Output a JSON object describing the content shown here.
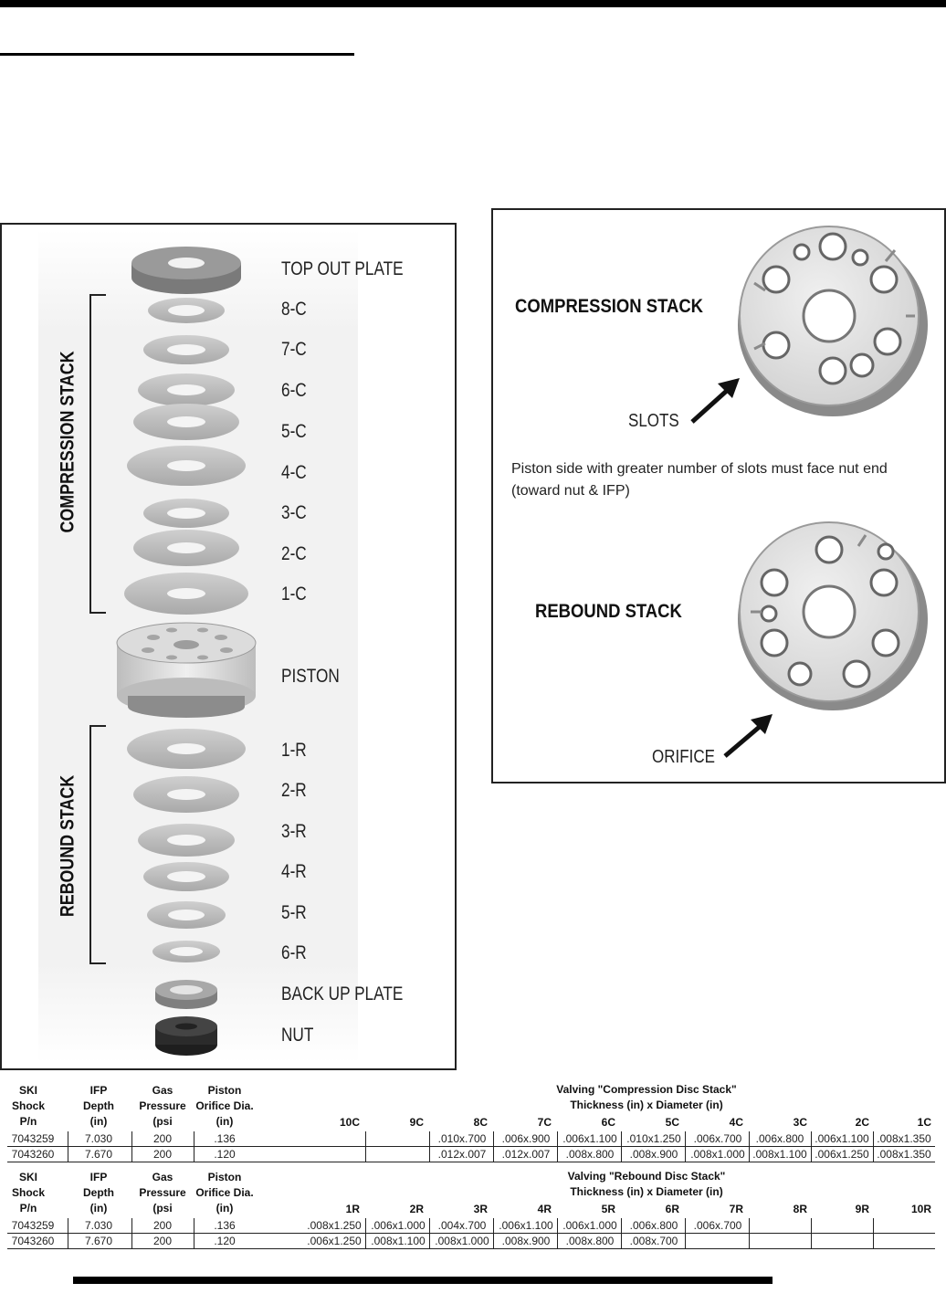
{
  "stack_diagram": {
    "parts": [
      {
        "id": "top-out-plate",
        "label": "TOP OUT PLATE"
      },
      {
        "id": "8c",
        "label": "8-C"
      },
      {
        "id": "7c",
        "label": "7-C"
      },
      {
        "id": "6c",
        "label": "6-C"
      },
      {
        "id": "5c",
        "label": "5-C"
      },
      {
        "id": "4c",
        "label": "4-C"
      },
      {
        "id": "3c",
        "label": "3-C"
      },
      {
        "id": "2c",
        "label": "2-C"
      },
      {
        "id": "1c",
        "label": "1-C"
      },
      {
        "id": "piston",
        "label": "PISTON"
      },
      {
        "id": "1r",
        "label": "1-R"
      },
      {
        "id": "2r",
        "label": "2-R"
      },
      {
        "id": "3r",
        "label": "3-R"
      },
      {
        "id": "4r",
        "label": "4-R"
      },
      {
        "id": "5r",
        "label": "5-R"
      },
      {
        "id": "6r",
        "label": "6-R"
      },
      {
        "id": "back-up-plate",
        "label": "BACK UP PLATE"
      },
      {
        "id": "nut",
        "label": "NUT"
      }
    ],
    "compression_label": "COMPRESSION STACK",
    "rebound_label": "REBOUND STACK"
  },
  "piston_detail": {
    "compression_heading": "COMPRESSION STACK",
    "slots_label": "SLOTS",
    "note": "Piston side with greater number of slots must face nut end (toward nut & IFP)",
    "rebound_heading": "REBOUND STACK",
    "orifice_label": "ORIFICE"
  },
  "compression_table": {
    "headers": {
      "ski": [
        "SKI",
        "Shock",
        "P/n"
      ],
      "ifp": [
        "IFP",
        "Depth",
        "(in)"
      ],
      "gas": [
        "Gas",
        "Pressure",
        "(psi"
      ],
      "orifice": [
        "Piston",
        "Orifice Dia.",
        "(in)"
      ]
    },
    "title": "Valving \"Compression Disc Stack\"",
    "subtitle": "Thickness (in) x Diameter (in)",
    "disc_columns": [
      "10C",
      "9C",
      "8C",
      "7C",
      "6C",
      "5C",
      "4C",
      "3C",
      "2C",
      "1C"
    ],
    "rows": [
      {
        "pn": "7043259",
        "ifp": "7.030",
        "gas": "200",
        "orifice": ".136",
        "discs": [
          "",
          "",
          ".010x.700",
          ".006x.900",
          ".006x1.100",
          ".010x1.250",
          ".006x.700",
          ".006x.800",
          ".006x1.100",
          ".008x1.350"
        ]
      },
      {
        "pn": "7043260",
        "ifp": "7.670",
        "gas": "200",
        "orifice": ".120",
        "discs": [
          "",
          "",
          ".012x.007",
          ".012x.007",
          ".008x.800",
          ".008x.900",
          ".008x1.000",
          ".008x1.100",
          ".006x1.250",
          ".008x1.350"
        ]
      }
    ]
  },
  "rebound_table": {
    "headers": {
      "ski": [
        "SKI",
        "Shock",
        "P/n"
      ],
      "ifp": [
        "IFP",
        "Depth",
        "(in)"
      ],
      "gas": [
        "Gas",
        "Pressure",
        "(psi"
      ],
      "orifice": [
        "Piston",
        "Orifice Dia.",
        "(in)"
      ]
    },
    "title": "Valving \"Rebound Disc Stack\"",
    "subtitle": "Thickness (in) x Diameter (in)",
    "disc_columns": [
      "1R",
      "2R",
      "3R",
      "4R",
      "5R",
      "6R",
      "7R",
      "8R",
      "9R",
      "10R"
    ],
    "rows": [
      {
        "pn": "7043259",
        "ifp": "7.030",
        "gas": "200",
        "orifice": ".136",
        "discs": [
          ".008x1.250",
          ".006x1.000",
          ".004x.700",
          ".006x1.100",
          ".006x1.000",
          ".006x.800",
          ".006x.700",
          "",
          "",
          ""
        ]
      },
      {
        "pn": "7043260",
        "ifp": "7.670",
        "gas": "200",
        "orifice": ".120",
        "discs": [
          ".006x1.250",
          ".008x1.100",
          ".008x1.000",
          ".008x.900",
          ".008x.800",
          ".008x.700",
          "",
          "",
          "",
          ""
        ]
      }
    ]
  }
}
